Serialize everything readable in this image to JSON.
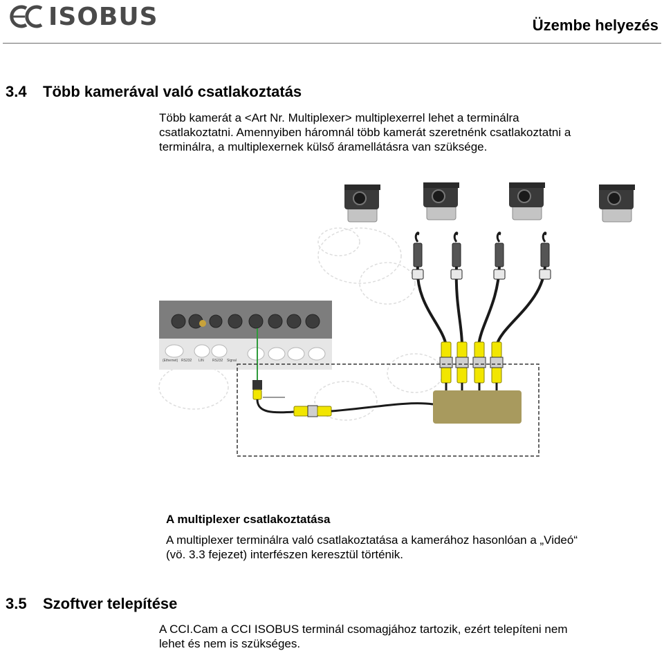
{
  "header": {
    "logo_text": "ISOBUS",
    "title": "Üzembe helyezés"
  },
  "section_3_4": {
    "number": "3.4",
    "title": "Több kamerával való csatlakoztatás",
    "para_lines": [
      "Több kamerát a <Art Nr. Multiplexer> multiplexerrel lehet a terminálra",
      "csatlakoztatni. Amennyiben háromnál több kamerát szeretnénk csatlakoztatni a",
      "terminálra, a multiplexernek külső áramellátásra van szüksége."
    ]
  },
  "figure": {
    "terminal_port_labels": [
      "(Ethernet)",
      "RS232",
      "LIN",
      "RS232",
      "Signal"
    ]
  },
  "multiplexer_section": {
    "heading": "A multiplexer csatlakoztatása",
    "para_lines": [
      "A multiplexer terminálra való csatlakoztatása a kamerához hasonlóan a „Videó“",
      "(vö. 3.3 fejezet) interfészen keresztül történik."
    ]
  },
  "section_3_5": {
    "number": "3.5",
    "title": "Szoftver telepítése",
    "para_lines": [
      "A CCI.Cam a CCI ISOBUS terminál csomagjához tartozik, ezért telepíteni nem",
      "lehet és nem is szükséges."
    ]
  },
  "colors": {
    "logo_gray": "#4a4a4a",
    "rule_gray": "#6b6b6b",
    "cable_yellow": "#f2e600",
    "multiplexer_box": "#a89a5e",
    "cable_green": "#2e9a3a"
  }
}
